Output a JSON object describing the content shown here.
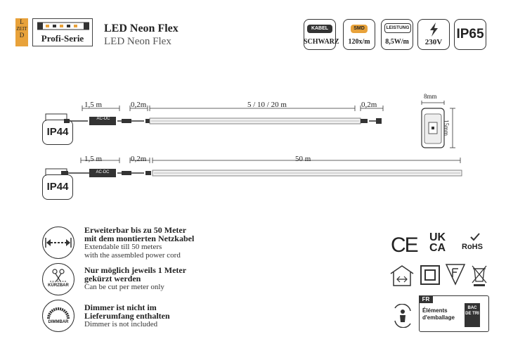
{
  "logo": {
    "letters": [
      "L",
      "ZEIT",
      "D"
    ],
    "series": "Profi-Serie"
  },
  "title": {
    "line1": "LED Neon Flex",
    "line2": "LED Neon Flex"
  },
  "specs": [
    {
      "top": "KABEL",
      "bottom": "SCHWARZ"
    },
    {
      "top": "SMD",
      "bottom": "120x/m"
    },
    {
      "top": "LEISTUNG",
      "bottom": "8,5W/m"
    },
    {
      "top": "",
      "bottom": "230V"
    }
  ],
  "ip_rating": "IP65",
  "diagram1": {
    "cable": "1,5 m",
    "lead": "0,2m",
    "length": "5 / 10 / 20 m",
    "tail": "0,2m",
    "driver": "AC-DC",
    "ip": "IP44"
  },
  "diagram2": {
    "cable": "1,5 m",
    "lead": "0,2m",
    "length": "50 m",
    "driver": "AC-DC",
    "ip": "IP44"
  },
  "profile": {
    "width": "8mm",
    "height": "15mm"
  },
  "features": [
    {
      "bold1": "Erweiterbar bis zu 50 Meter",
      "bold2": "mit dem montierten Netzkabel",
      "en1": "Extendable till 50 meters",
      "en2": "with the assembled power cord"
    },
    {
      "bold1": "Nur möglich jeweils 1 Meter",
      "bold2": "gekürzt werden",
      "en1": "Can be cut per meter only",
      "en2": "",
      "icon_label": "KÜRZBAR"
    },
    {
      "bold1": "Dimmer ist nicht im",
      "bold2": "Lieferumfang enthalten",
      "en1": "Dimmer is not included",
      "en2": "",
      "icon_label": "DIMMBAR"
    }
  ],
  "certs": {
    "ce": "CE",
    "ukca_top": "UK",
    "ukca_bottom": "CA",
    "rohs": "RoHS"
  },
  "triman": {
    "fr": "FR",
    "text1": "Éléments",
    "text2": "d'emballage",
    "bin": "BAC DE TRI"
  }
}
